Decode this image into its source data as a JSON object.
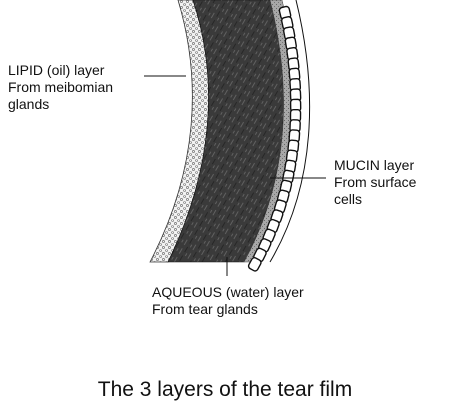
{
  "labels": {
    "lipid": {
      "line1": "LIPID (oil) layer",
      "line2": "From meibomian",
      "line3": "glands"
    },
    "mucin": {
      "line1": "MUCIN layer",
      "line2": "From surface",
      "line3": "cells"
    },
    "aqueous": {
      "line1": "AQUEOUS (water) layer",
      "line2": "From tear glands"
    }
  },
  "caption": "The 3 layers of the tear film",
  "colors": {
    "ink": "#111111",
    "aqueous_fill": "#3a3a3a",
    "mucin_fill": "#9a9a9a",
    "lipid_fill": "#ececec",
    "background": "#ffffff"
  }
}
